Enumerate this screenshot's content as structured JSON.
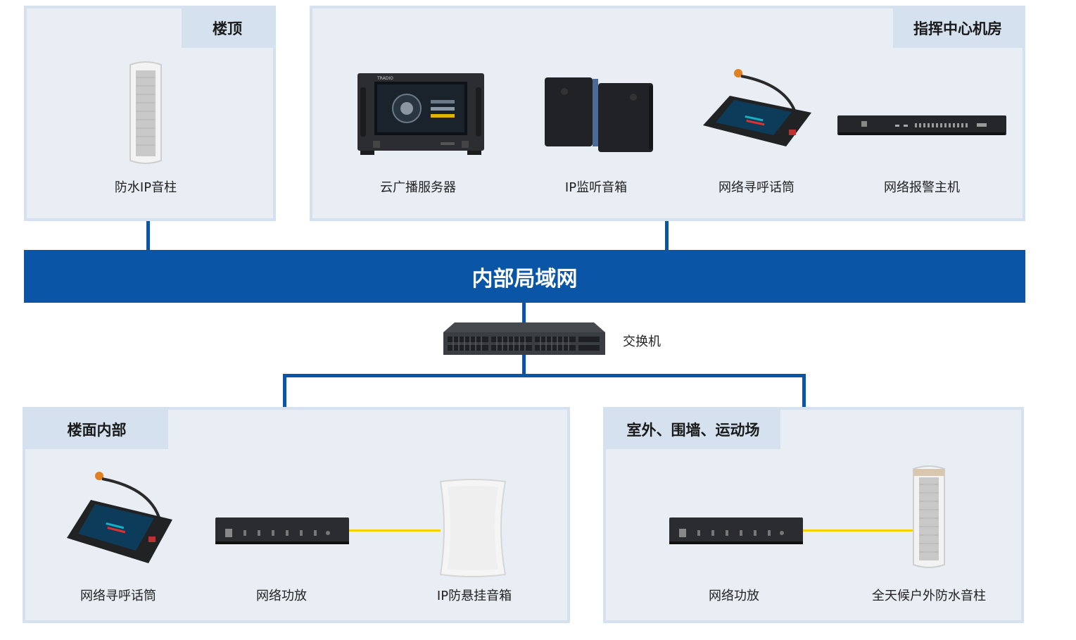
{
  "network": {
    "title": "内部局域网"
  },
  "switch": {
    "label": "交换机"
  },
  "zones": {
    "roof": {
      "title": "楼顶",
      "devices": [
        "防水IP音柱"
      ]
    },
    "command": {
      "title": "指挥中心机房",
      "devices": [
        "云广播服务器",
        "IP监听音箱",
        "网络寻呼话筒",
        "网络报警主机"
      ]
    },
    "indoor": {
      "title": "楼面内部",
      "devices": [
        "网络寻呼话筒",
        "网络功放",
        "IP防悬挂音箱"
      ]
    },
    "outdoor": {
      "title": "室外、围墙、运动场",
      "devices": [
        "网络功放",
        "全天候户外防水音柱"
      ]
    }
  },
  "server_screen_brand": "TRADIO",
  "colors": {
    "network_blue": "#0a55a5",
    "panel_bg": "#e9edf4",
    "tab_bg": "#d5e1ef",
    "audio_line": "#f2d200"
  }
}
